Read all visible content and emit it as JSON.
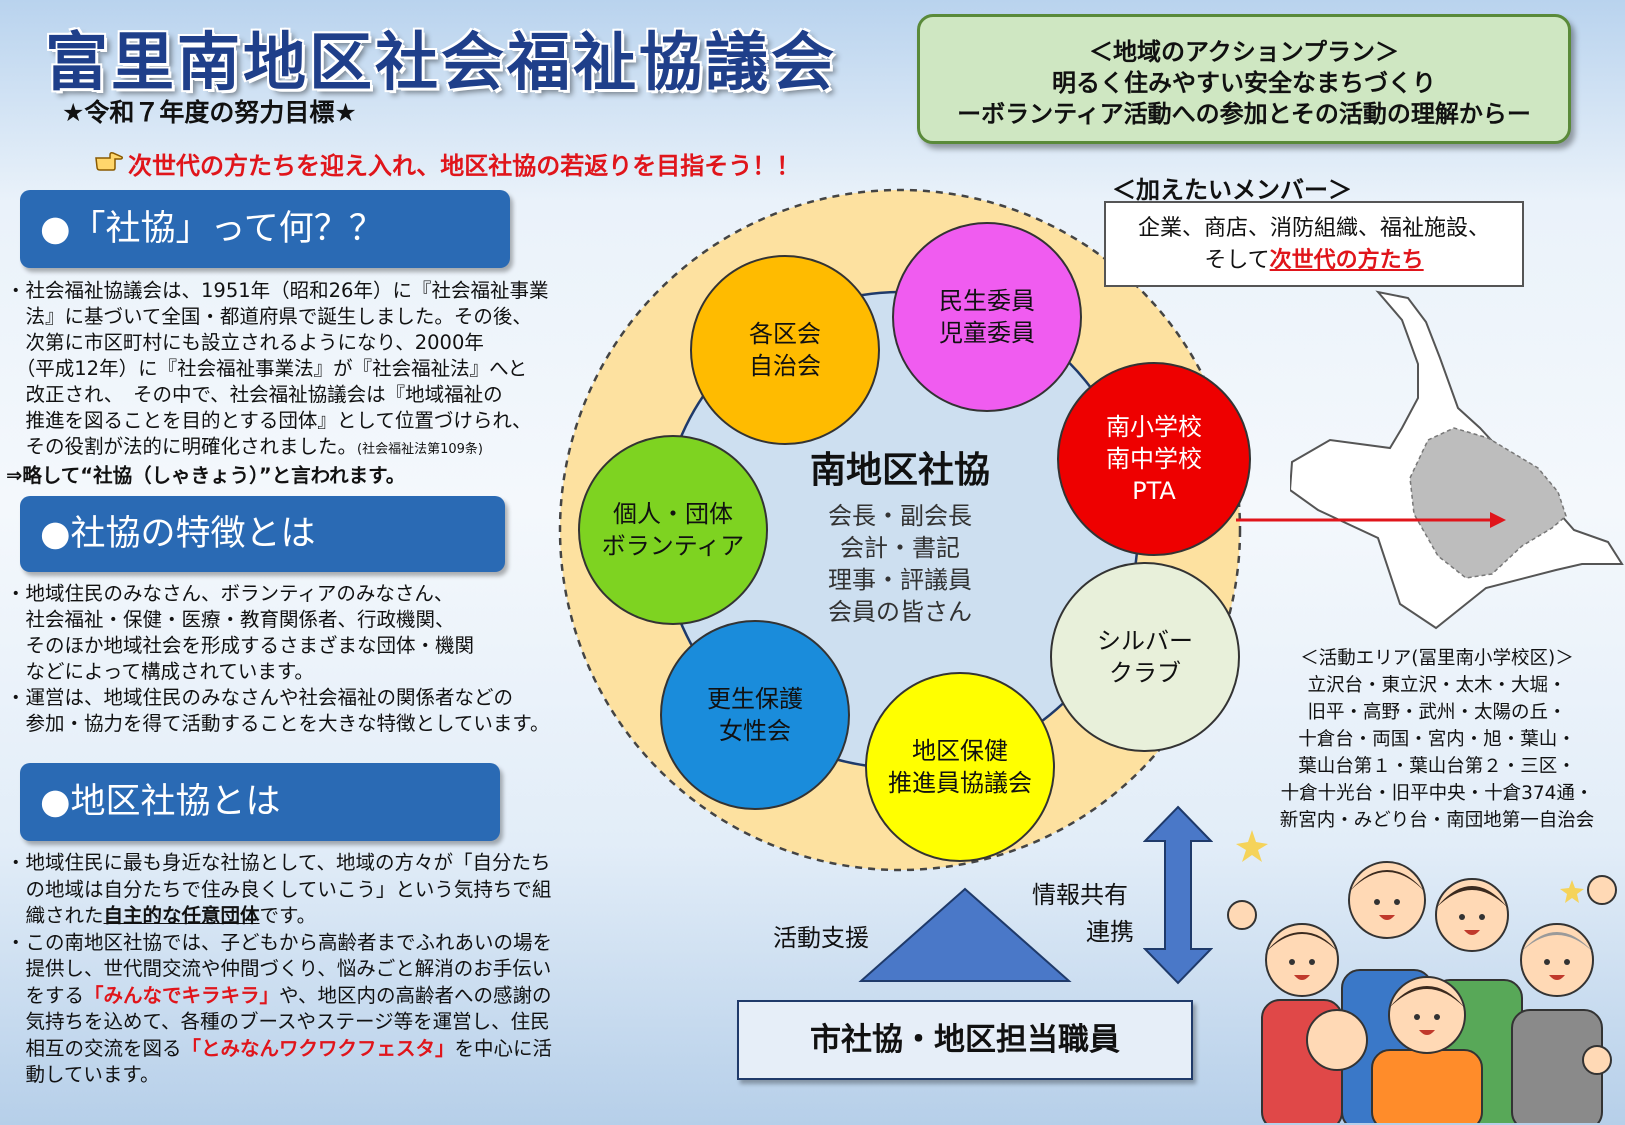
{
  "header": {
    "title": "富里南地区社会福祉協議会",
    "subtitle": "★令和７年度の努力目標★",
    "slogan": "次世代の方たちを迎え入れ、地区社協の若返りを目指そう！！"
  },
  "action_plan": {
    "line1": "＜地域のアクションプラン＞",
    "line2": "明るく住みやすい安全なまちづくり",
    "line3": "ーボランティア活動への参加とその活動の理解からー"
  },
  "section1": {
    "header": "●「社協」って何？？",
    "lines": [
      "・社会福祉協議会は、1951年（昭和26年）に『社会福祉事業",
      "　法』に基づいて全国・都道府県で誕生しました。その後、",
      "　次第に市区町村にも設立されるようになり、2000年",
      "　（平成12年）に『社会福祉事業法』が『社会福祉法』へと",
      "　改正され、　その中で、社会福祉協議会は『地域福祉の",
      "　推進を図ることを目的とする団体』として位置づけられ、",
      "　その役割が法的に明確化されました。"
    ],
    "note": "(社会福祉法第109条)",
    "conclusion": "⇒略して“社協（しゃきょう）”と言われます。"
  },
  "section2": {
    "header": "●社協の特徴とは",
    "lines": [
      "・地域住民のみなさん、ボランティアのみなさん、",
      "　社会福祉・保健・医療・教育関係者、行政機関、",
      "　そのほか地域社会を形成するさまざまな団体・機関",
      "　などによって構成されています。",
      "・運営は、地域住民のみなさんや社会福祉の関係者などの",
      "　参加・協力を得て活動することを大きな特徴としています。"
    ]
  },
  "section3": {
    "header": "●地区社協とは",
    "p1_line1": "・地域住民に最も身近な社協として、地域の方々が「自分たち",
    "p1_line2": "　の地域は自分たちで住み良くしていこう」という気持ちで組",
    "p1_line3_pre": "　織された",
    "p1_line3_ul": "自主的な任意団体",
    "p1_line3_post": "です。",
    "p2_line1": "・この南地区社協では、子どもから高齢者までふれあいの場を",
    "p2_line2": "　提供し、世代間交流や仲間づくり、悩みごと解消のお手伝い",
    "p2_line3_pre": "　をする",
    "p2_line3_red": "「みんなでキラキラ」",
    "p2_line3_post": "や、地区内の高齢者への感謝の",
    "p2_line4": "　気持ちを込めて、各種のブースやステージ等を運営し、住民",
    "p2_line5_pre": "　相互の交流を図る",
    "p2_line5_red": "「とみなんワクワクフェスタ」",
    "p2_line5_post": "を中心に活",
    "p2_line6": "　動しています。"
  },
  "center": {
    "title": "南地区社協",
    "roles": [
      "会長・副会長",
      "会計・書記",
      "理事・評議員",
      "会員の皆さん"
    ]
  },
  "groups": [
    {
      "lines": [
        "各区会",
        "自治会"
      ],
      "color": "#ffbb00"
    },
    {
      "lines": [
        "民生委員",
        "児童委員"
      ],
      "color": "#f05cf0"
    },
    {
      "lines": [
        "南小学校",
        "南中学校",
        "PTA"
      ],
      "color": "#ee0000"
    },
    {
      "lines": [
        "シルバー",
        "クラブ"
      ],
      "color": "#e8f0da"
    },
    {
      "lines": [
        "地区保健",
        "推進員協議会"
      ],
      "color": "#ffff00"
    },
    {
      "lines": [
        "更生保護",
        "女性会"
      ],
      "color": "#1a8cdb"
    },
    {
      "lines": [
        "個人・団体",
        "ボランティア"
      ],
      "color": "#7ed321"
    }
  ],
  "members": {
    "label": "＜加えたいメンバー＞",
    "line1": "企業、商店、消防組織、福祉施設、",
    "line2_pre": "そして",
    "line2_red": "次世代の方たち"
  },
  "area": {
    "lines": [
      "＜活動エリア(冨里南小学校区)＞",
      "立沢台・東立沢・太木・大堀・",
      "旧平・高野・武州・太陽の丘・",
      "十倉台・両国・宮内・旭・葉山・",
      "葉山台第１・葉山台第２・三区・",
      "十倉十光台・旧平中央・十倉374通・",
      "新宮内・みどり台・南団地第一自治会"
    ]
  },
  "support_label": "活動支援",
  "info_label_1": "情報共有",
  "info_label_2": "連携",
  "bottom_box": "市社協・地区担当職員",
  "icons": {
    "hand": "pointing-hand-icon",
    "map": "district-map-icon",
    "people": "people-crowd-icon",
    "arrow": "double-arrow-icon"
  },
  "colors": {
    "title": "#1f3f8a",
    "header_blue": "#2a6ab4",
    "accent_red": "#e0151b",
    "ring": "#fde1a0",
    "inner": "#cddff0",
    "action_box": "#cfe7c2"
  }
}
